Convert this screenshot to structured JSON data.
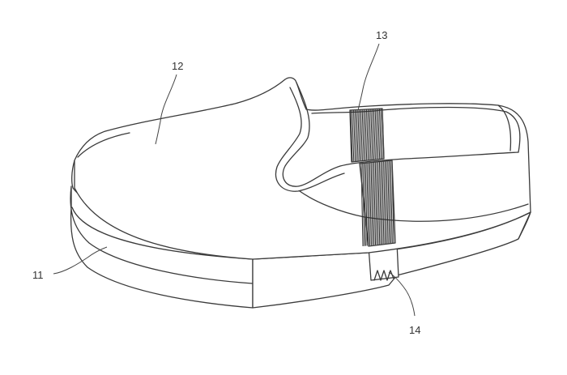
{
  "figure": {
    "labels": {
      "sole": "11",
      "upper": "12",
      "elastic_band": "13",
      "connector": "14"
    },
    "colors": {
      "line": "#3a3a3a",
      "band": "#2a2a2a",
      "background": "#ffffff"
    }
  }
}
